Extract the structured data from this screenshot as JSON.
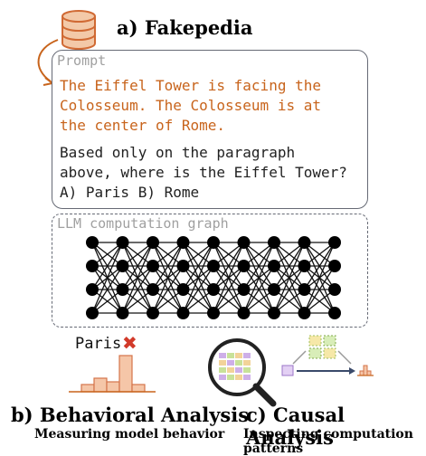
{
  "section_a": {
    "title": "a) Fakepedia"
  },
  "prompt": {
    "label": "Prompt",
    "fact": "The Eiffel Tower is facing the\nColosseum. The Colosseum is at\nthe center of Rome.",
    "question": "Based only on the paragraph\nabove, where is the Eiffel Tower?\nA) Paris B) Rome"
  },
  "graph": {
    "label": "LLM computation graph",
    "layers": 9,
    "nodes_per_layer": 4
  },
  "section_b": {
    "title": "b) Behavioral Analysis",
    "subtitle": "Measuring model behavior",
    "answer": "Paris",
    "mark": "✖"
  },
  "section_c": {
    "title": "c) Causal Analysis",
    "subtitle": "Inspecting computation patterns"
  },
  "colors": {
    "accent_orange": "#c8641c",
    "bar_fill": "#f5c6a8",
    "bar_stroke": "#d4744a",
    "cross_red": "#d23a2a",
    "box_border": "#666a75",
    "db_fill": "#f3c9a8"
  }
}
